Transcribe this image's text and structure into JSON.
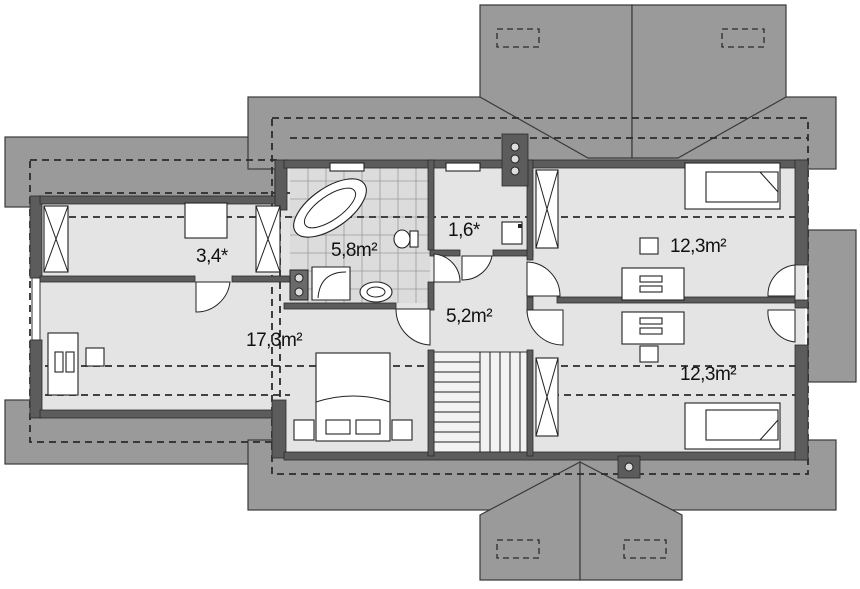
{
  "rooms": [
    {
      "id": "left-storage",
      "area": "3,4*"
    },
    {
      "id": "bathroom",
      "area": "5,8m²"
    },
    {
      "id": "closet",
      "area": "1,6*"
    },
    {
      "id": "bedroom-top-right",
      "area": "12,3m²"
    },
    {
      "id": "hall",
      "area": "5,2m²"
    },
    {
      "id": "bedroom-left",
      "area": "17,3m²"
    },
    {
      "id": "bedroom-bottom-right",
      "area": "12,3m²"
    }
  ]
}
